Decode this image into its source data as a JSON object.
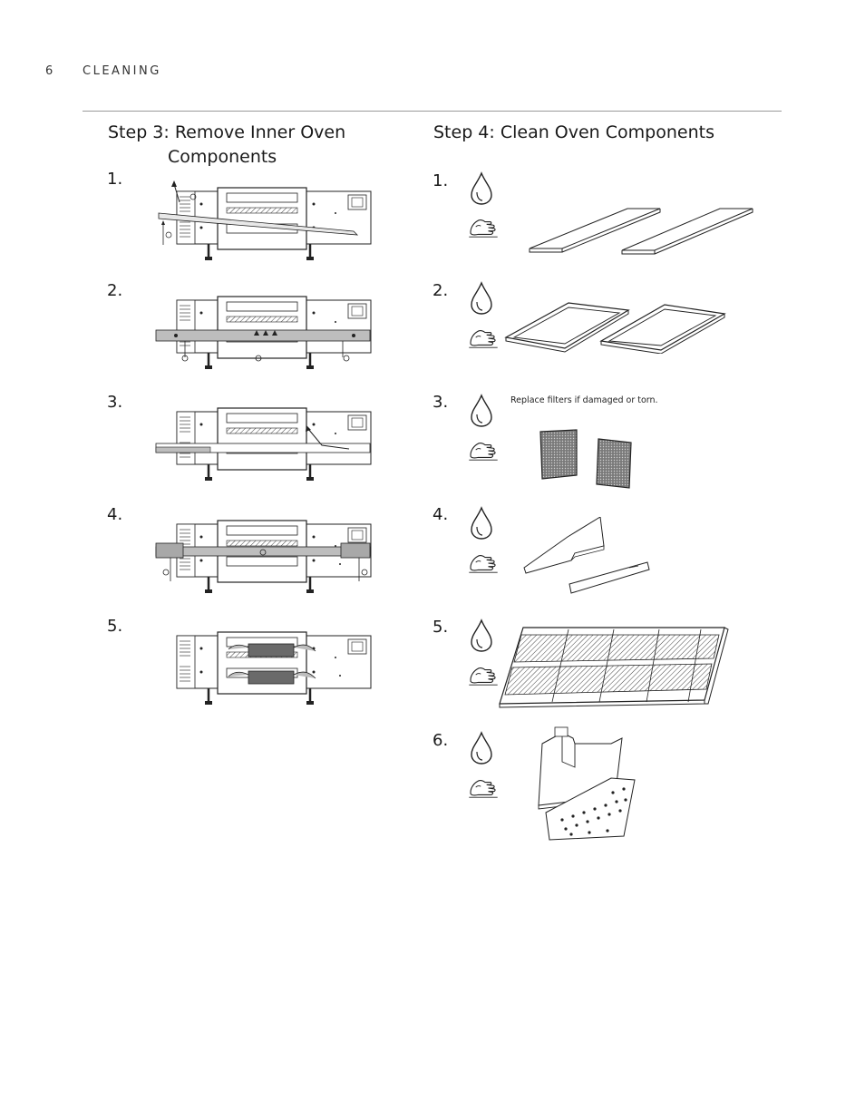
{
  "header": {
    "page_number": "6",
    "section": "CLEANING"
  },
  "step3": {
    "title_line1": "Step 3: Remove Inner Oven",
    "title_line2": "Components",
    "items": [
      {
        "label": "1."
      },
      {
        "label": "2."
      },
      {
        "label": "3."
      },
      {
        "label": "4."
      },
      {
        "label": "5."
      }
    ]
  },
  "step4": {
    "title": "Step 4: Clean Oven Components",
    "items": [
      {
        "label": "1.",
        "note": ""
      },
      {
        "label": "2.",
        "note": ""
      },
      {
        "label": "3.",
        "note": "Replace filters if damaged or torn."
      },
      {
        "label": "4.",
        "note": ""
      },
      {
        "label": "5.",
        "note": ""
      },
      {
        "label": "6.",
        "note": ""
      }
    ],
    "icons": [
      "water-drop-icon",
      "wiping-hand-icon"
    ]
  },
  "colors": {
    "text": "#1a1a1a",
    "rule": "#9a9a9a",
    "line_art": "#222222",
    "part_fill": "#bdbdbd"
  }
}
